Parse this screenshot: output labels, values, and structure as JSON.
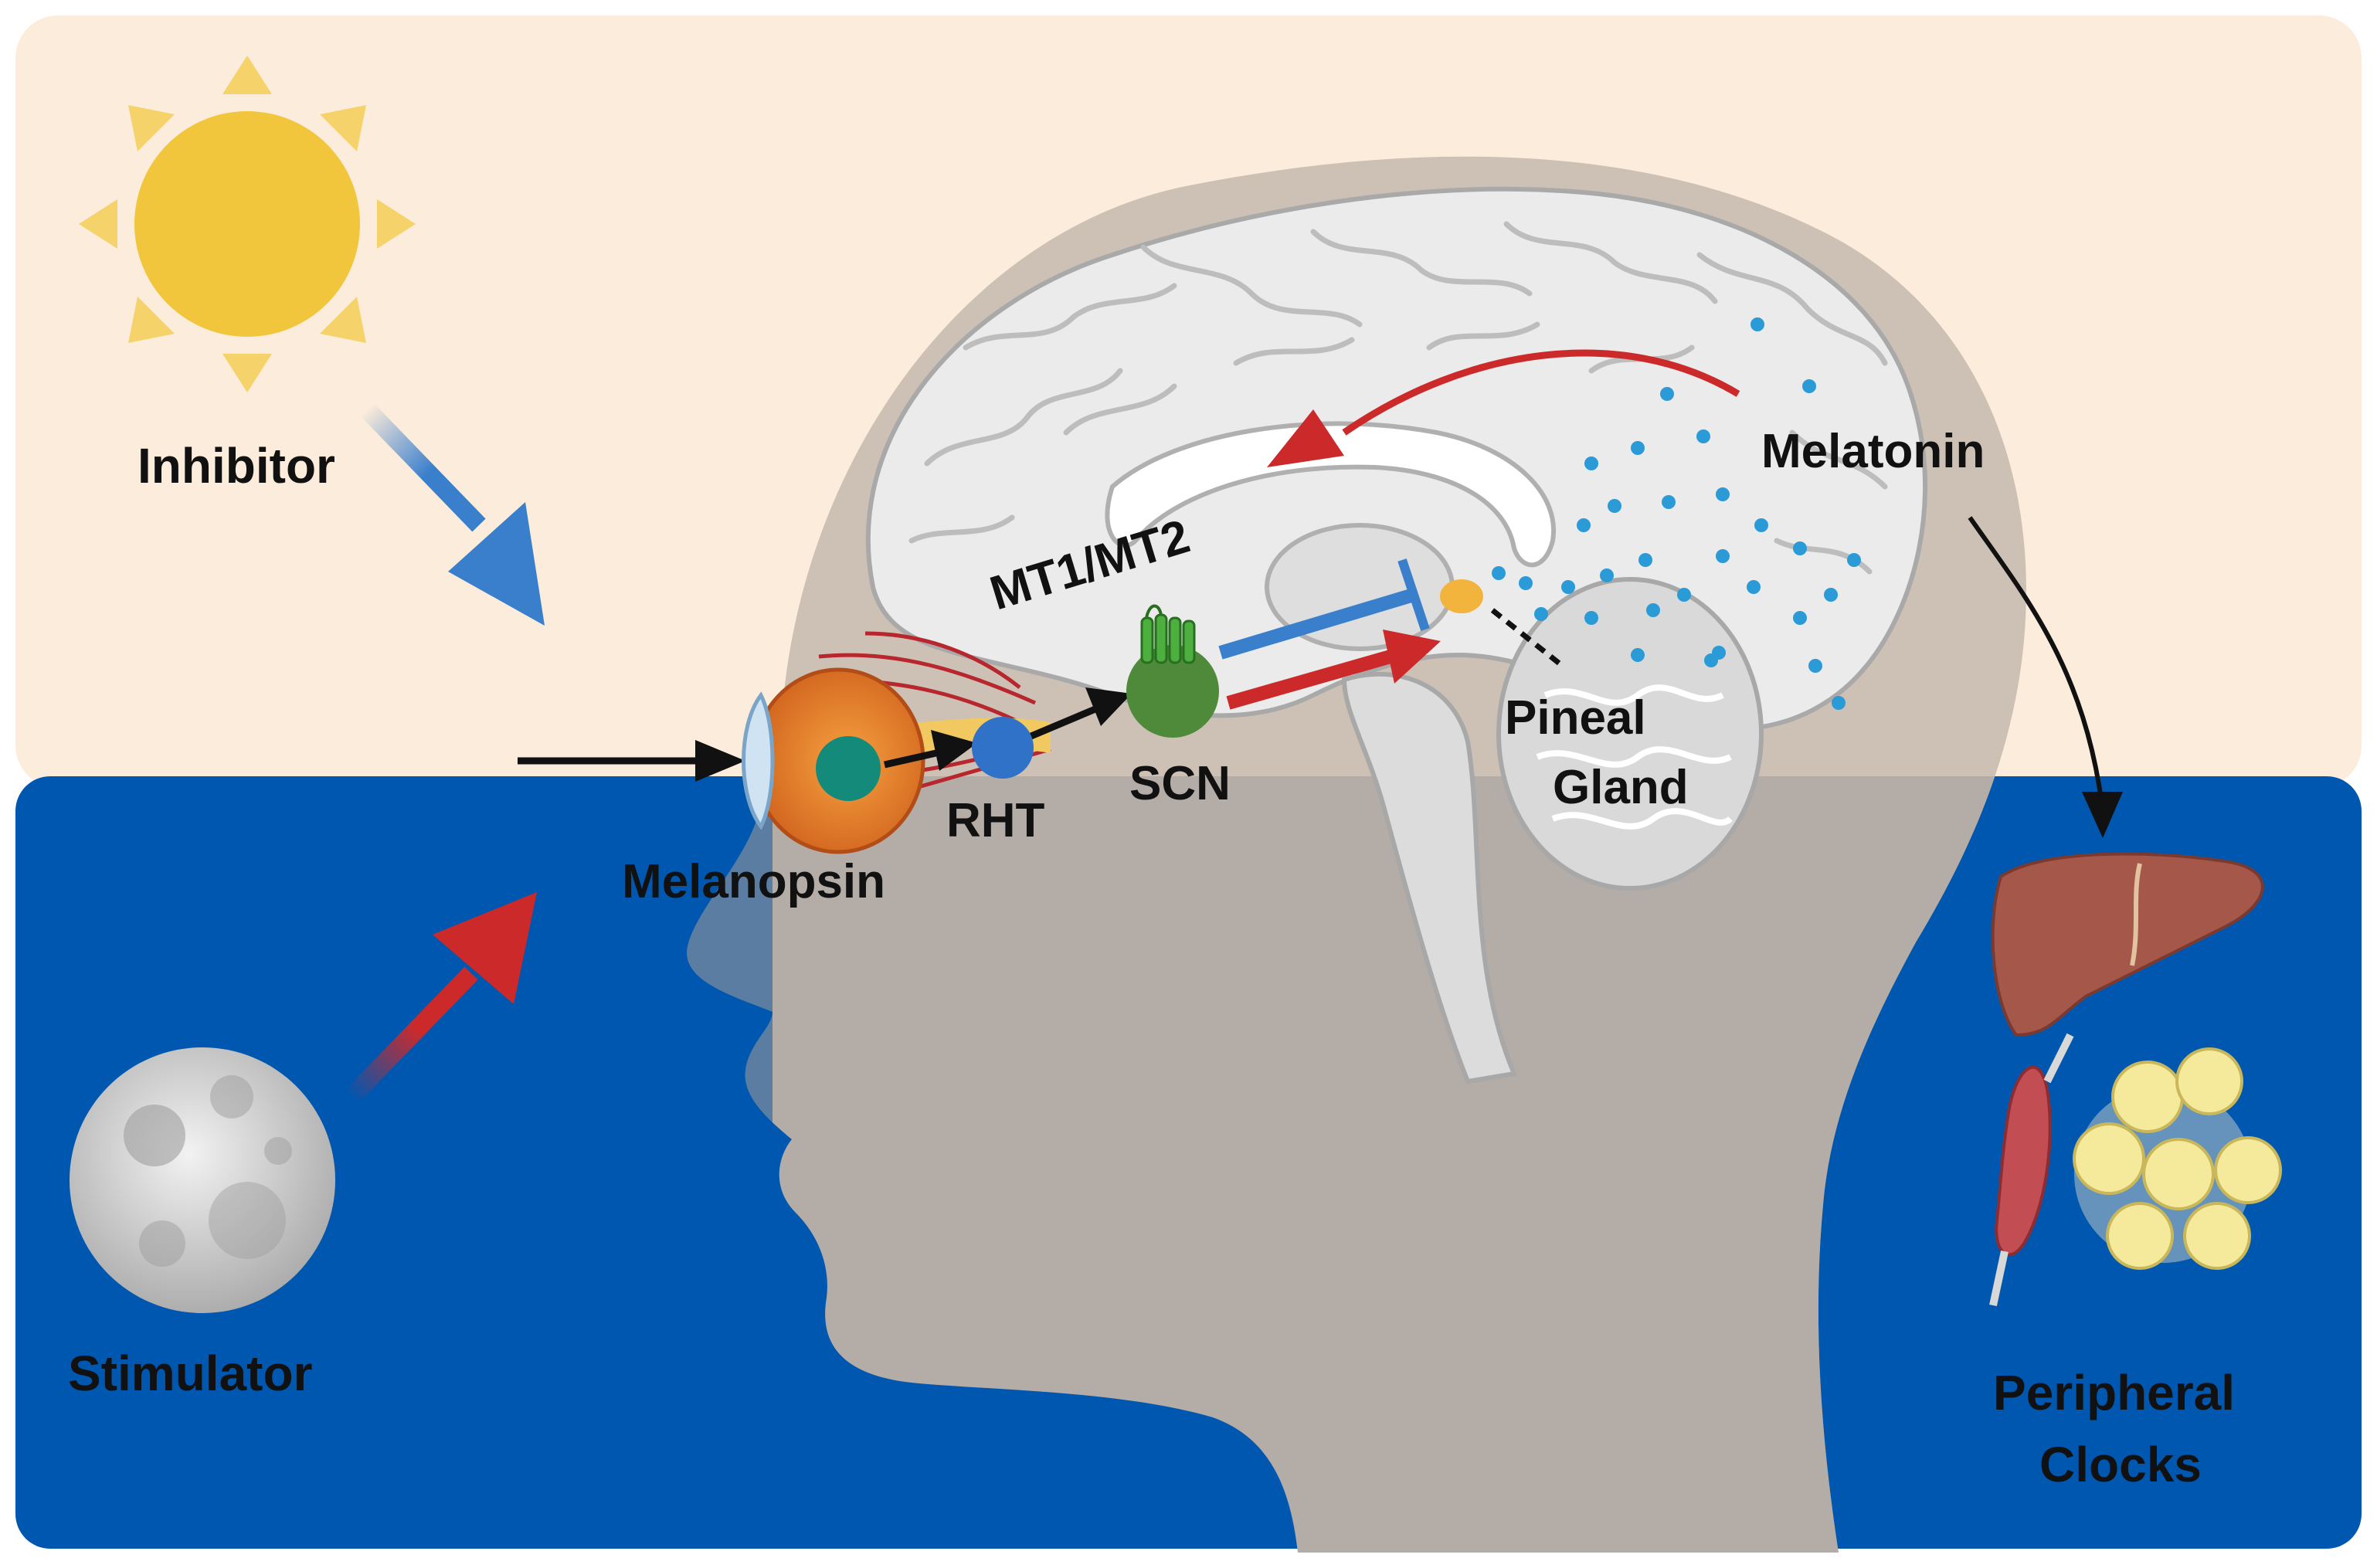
{
  "labels": {
    "inhibitor": "Inhibitor",
    "stimulator": "Stimulator",
    "melanopsin": "Melanopsin",
    "rht": "RHT",
    "scn": "SCN",
    "mt": "MT1/MT2",
    "pineal_line1": "Pineal",
    "pineal_line2": "Gland",
    "melatonin": "Melatonin",
    "peripheral_line1": "Peripheral",
    "peripheral_line2": "Clocks"
  },
  "icons": {
    "sun": "sun-icon",
    "moon": "moon-icon",
    "eye": "eye-icon",
    "brain": "brain-icon",
    "liver": "liver-icon",
    "muscle": "muscle-icon",
    "adipose": "adipose-cells-icon"
  },
  "colors": {
    "day_background": "#fcecdb",
    "night_background": "#0057b0",
    "inhibit_arrow": "#3a7fcc",
    "stimulate_arrow": "#cc2a2a",
    "scn_node": "#4e8a3a",
    "rht_node": "#2f72c8",
    "pineal_gland": "#f2b43c",
    "melatonin_dots": "#2a9bd6",
    "sun": "#f2c63c"
  }
}
